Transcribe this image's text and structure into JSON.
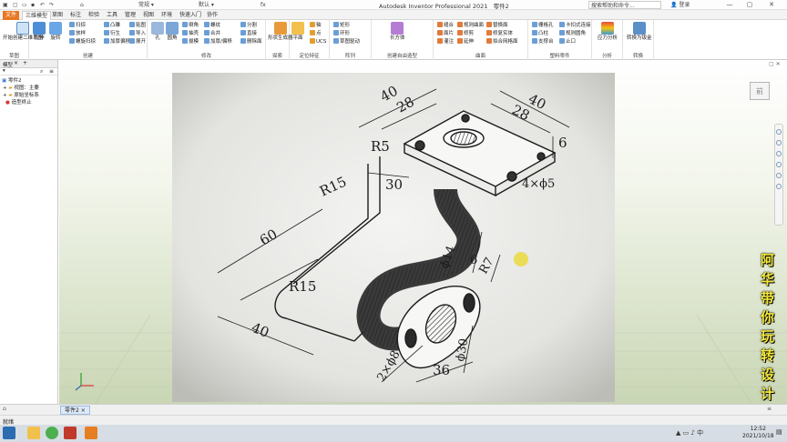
{
  "app": {
    "title": "Autodesk Inventor Professional 2021",
    "document": "零件2",
    "search_placeholder": "搜索帮助和命令...",
    "signin": "登录",
    "quick_access": {
      "material": "常规",
      "appearance": "默认"
    }
  },
  "ribbon_tabs": [
    "文件",
    "三维模型",
    "草图",
    "标注",
    "检验",
    "工具",
    "管理",
    "视图",
    "环境",
    "快速入门",
    "协作"
  ],
  "ribbon_panels": {
    "sketch": {
      "label": "草图",
      "big": "开始创建二维草图"
    },
    "create": {
      "label": "创建",
      "big": [
        "拉伸",
        "旋转"
      ],
      "items": [
        "扫掠",
        "放样",
        "螺旋扫掠",
        "凸雕",
        "衍生",
        "加厚偏移",
        "贴图",
        "导入",
        "展开"
      ]
    },
    "modify": {
      "label": "修改",
      "big": [
        "孔",
        "圆角"
      ],
      "items": [
        "倒角",
        "抽壳",
        "拔模",
        "螺纹",
        "合并",
        "加厚/偏移",
        "分割",
        "直接",
        "删除面"
      ]
    },
    "explore": {
      "label": "探索",
      "big": "形状生成器"
    },
    "workfeatures": {
      "label": "定位特征",
      "big": "平面",
      "items": [
        "轴",
        "点",
        "UCS"
      ]
    },
    "pattern": {
      "label": "阵列",
      "items": [
        "矩形",
        "环形",
        "草图驱动"
      ]
    },
    "freeform": {
      "label": "创建自由造型",
      "big": "长方体"
    },
    "surface": {
      "label": "曲面",
      "items": [
        "缝合",
        "规则曲面",
        "面片",
        "修剪",
        "灌注",
        "延伸",
        "替换面",
        "修复实体",
        "拟合网格面"
      ]
    },
    "plastic": {
      "label": "塑料零件",
      "items": [
        "栅格孔",
        "卡扣式连接",
        "凸柱",
        "规则圆角",
        "支撑台",
        "止口"
      ]
    },
    "simulation": {
      "label": "分析",
      "big": "应力分析"
    },
    "convert": {
      "label": "转换",
      "big": "转换为钣金"
    }
  },
  "browser": {
    "title": "模型",
    "tree": [
      "零件2",
      "视图：主要",
      "原始坐标系",
      "造型终止"
    ]
  },
  "viewport": {
    "caption": [
      "阿",
      "华",
      "带",
      "你",
      "玩",
      "转",
      "设",
      "计"
    ],
    "viewcube_face": "前"
  },
  "drawing": {
    "dims": [
      "40",
      "28",
      "40",
      "28",
      "R5",
      "6",
      "4×ϕ5",
      "30",
      "R15",
      "60",
      "R15",
      "40",
      "ϕ14",
      "6",
      "R7",
      "2×ϕ8",
      "ϕ30",
      "36"
    ]
  },
  "doc_tab": "零件2",
  "status": "就绪",
  "taskbar": {
    "time": "12:52",
    "date": "2021/10/18"
  },
  "colors": {
    "file_tab": "#e87722",
    "accent": "#2b6cb0",
    "caption": "#f5ea3a"
  }
}
